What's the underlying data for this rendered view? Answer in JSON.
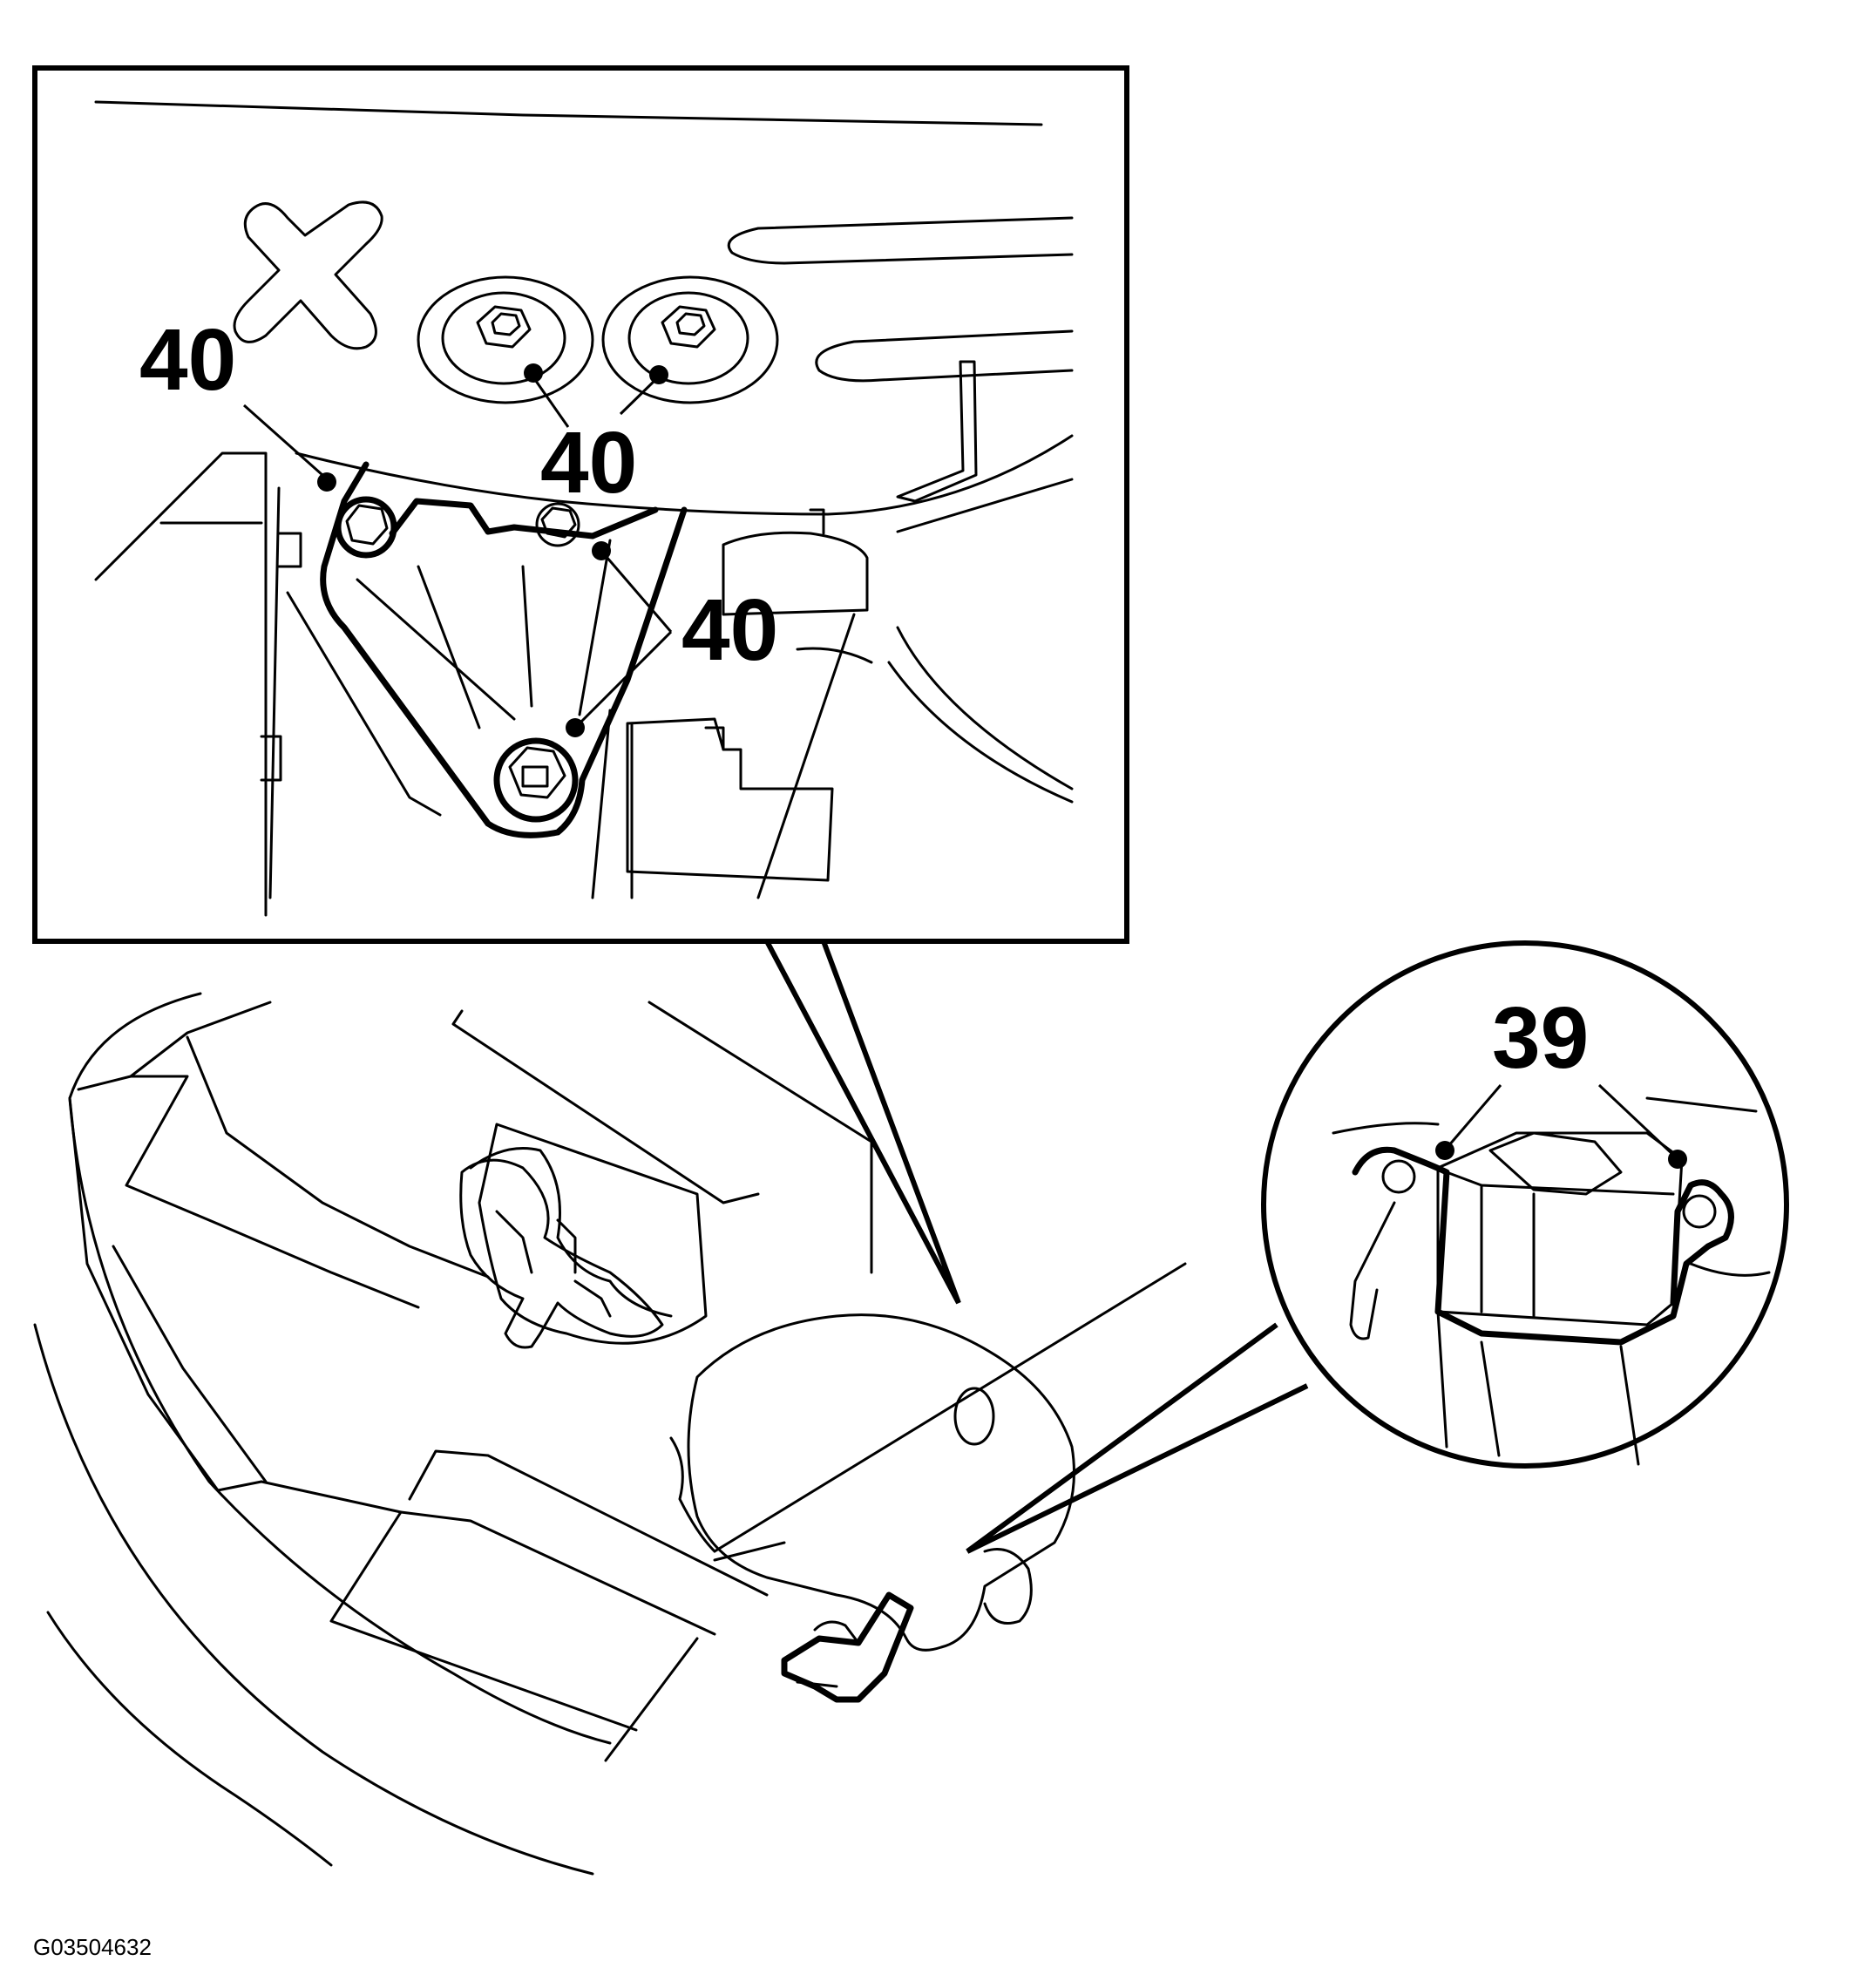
{
  "callouts": {
    "inset_top_left": "40",
    "inset_top_center": "40",
    "inset_right": "40",
    "circle_detail": "39"
  },
  "figure_id": "G03504632",
  "colors": {
    "ink": "#000000",
    "background": "#ffffff"
  }
}
